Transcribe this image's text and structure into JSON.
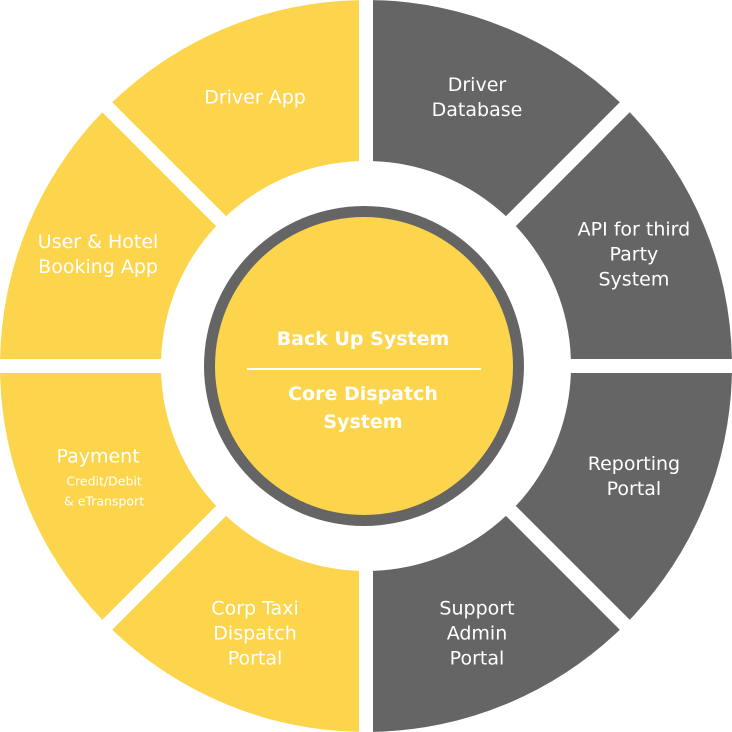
{
  "colors": {
    "yellow": "#FCD54D",
    "gray": "#656565",
    "background": "#FFFFFF",
    "text": "#FFFFFF"
  },
  "segments": [
    {
      "lines": [
        "Driver",
        "Database"
      ],
      "color": "gray"
    },
    {
      "lines": [
        "API for third",
        "Party",
        "System"
      ],
      "color": "gray"
    },
    {
      "lines": [
        "Reporting",
        "Portal"
      ],
      "color": "gray"
    },
    {
      "lines": [
        "Support",
        "Admin",
        "Portal"
      ],
      "color": "gray"
    },
    {
      "lines": [
        "Corp Taxi",
        "Dispatch",
        "Portal"
      ],
      "color": "yellow"
    },
    {
      "lines": [
        "Payment"
      ],
      "sublines": [
        "Credit/Debit",
        "& eTransport"
      ],
      "color": "yellow"
    },
    {
      "lines": [
        "User & Hotel",
        "Booking App"
      ],
      "color": "yellow"
    },
    {
      "lines": [
        "Driver App"
      ],
      "color": "yellow"
    }
  ],
  "core": {
    "top_label": "Back Up System",
    "bottom_label": [
      "Core Dispatch",
      "System"
    ]
  }
}
